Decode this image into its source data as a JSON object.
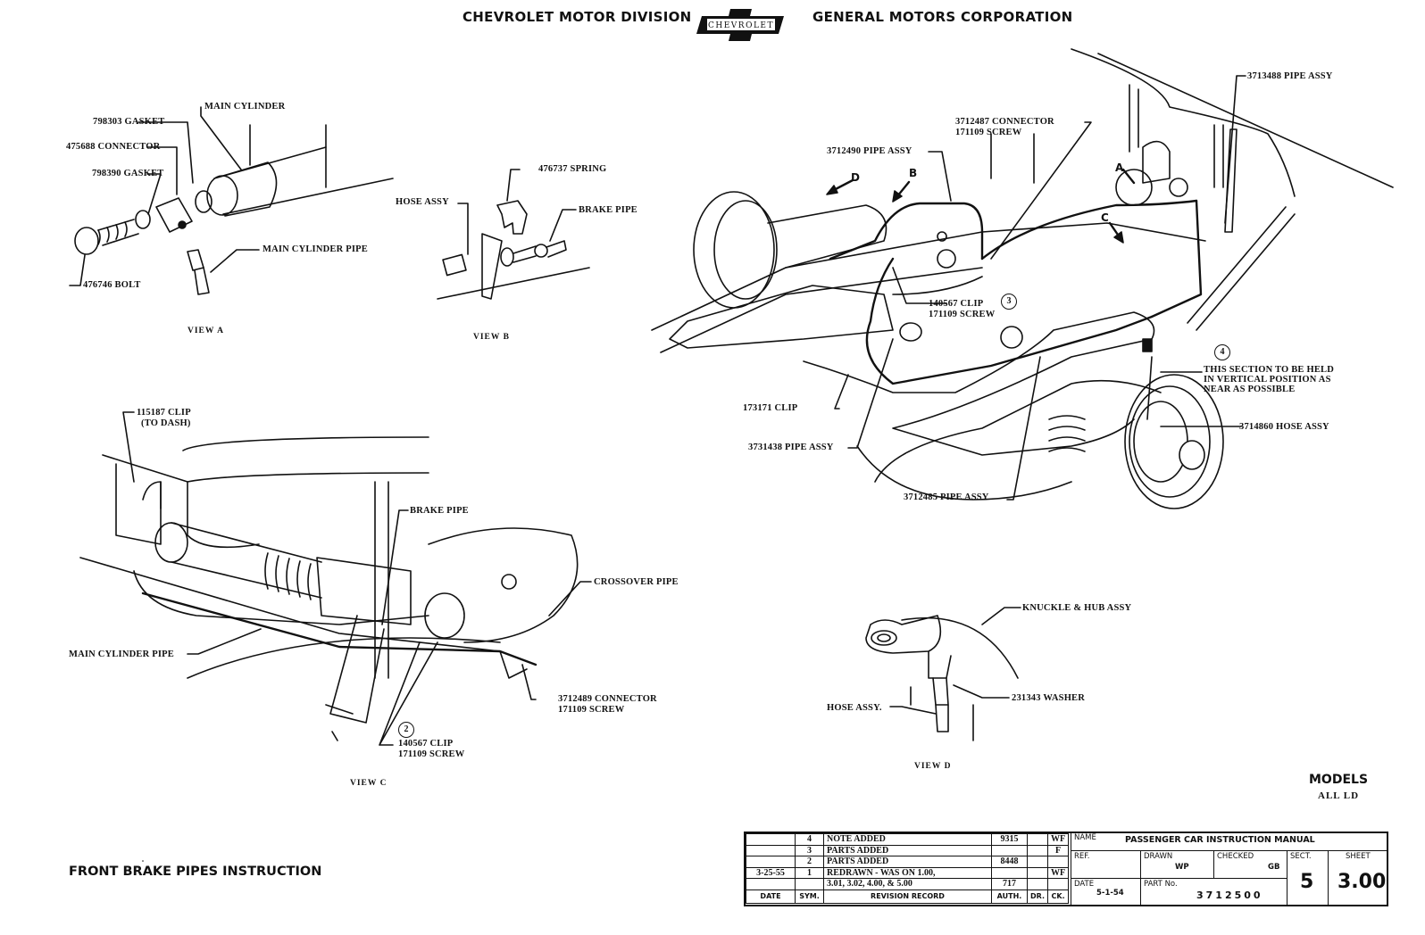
{
  "header": {
    "left": "CHEVROLET MOTOR DIVISION",
    "logo_text": "CHEVROLET",
    "right": "GENERAL MOTORS CORPORATION"
  },
  "view_a": {
    "caption": "VIEW A",
    "labels": {
      "main_cylinder": "MAIN CYLINDER",
      "gasket_1": "798303 GASKET",
      "connector": "475688 CONNECTOR",
      "gasket_2": "798390 GASKET",
      "main_cylinder_pipe": "MAIN CYLINDER PIPE",
      "bolt": "476746 BOLT"
    }
  },
  "view_b": {
    "caption": "VIEW B",
    "labels": {
      "spring": "476737 SPRING",
      "hose_assy": "HOSE ASSY",
      "brake_pipe": "BRAKE PIPE"
    }
  },
  "main_view": {
    "labels": {
      "pipe_assy_top": "3713488 PIPE ASSY",
      "connector_line1": "3712487 CONNECTOR",
      "connector_line2": "171109  SCREW",
      "pipe_assy_left": "3712490 PIPE ASSY",
      "clip_line1": "140567 CLIP",
      "clip_line2": "171109 SCREW",
      "clip_173171": "173171 CLIP",
      "pipe_assy_3731438": "3731438 PIPE ASSY",
      "pipe_assy_3712485": "3712485 PIPE ASSY",
      "note_line1": "THIS SECTION TO BE HELD",
      "note_line2": "IN VERTICAL POSITION AS",
      "note_line3": "NEAR AS POSSIBLE",
      "hose_assy": "3714860 HOSE ASSY"
    },
    "view_markers": [
      "A",
      "B",
      "C",
      "D"
    ],
    "circled_numbers": [
      "3",
      "4"
    ]
  },
  "view_c": {
    "caption": "VIEW C",
    "labels": {
      "clip_line1": "115187 CLIP",
      "clip_line2": "(TO DASH)",
      "brake_pipe": "BRAKE PIPE",
      "crossover_pipe": "CROSSOVER PIPE",
      "main_cylinder_pipe": "MAIN CYLINDER PIPE",
      "connector_line1": "3712489 CONNECTOR",
      "connector_line2": "171109  SCREW",
      "clip2_line1": "140567 CLIP",
      "clip2_line2": "171109 SCREW"
    },
    "circled_number": "2"
  },
  "view_d": {
    "caption": "VIEW D",
    "labels": {
      "knuckle": "KNUCKLE & HUB ASSY",
      "washer": "231343 WASHER",
      "hose_assy": "HOSE ASSY."
    }
  },
  "footer": {
    "title": "FRONT BRAKE PIPES INSTRUCTION",
    "models_label": "MODELS",
    "models_value": "ALL LD"
  },
  "title_block": {
    "revisions": [
      {
        "date": "",
        "sym": "4",
        "record": "NOTE ADDED",
        "auth": "9315",
        "dr": "",
        "ck": "WF"
      },
      {
        "date": "",
        "sym": "3",
        "record": "PARTS ADDED",
        "auth": "",
        "dr": "",
        "ck": "F"
      },
      {
        "date": "",
        "sym": "2",
        "record": "PARTS ADDED",
        "auth": "8448",
        "dr": "",
        "ck": ""
      },
      {
        "date": "3-25-55",
        "sym": "1",
        "record": "REDRAWN - WAS ON 1.00,",
        "auth": "",
        "dr": "",
        "ck": "WF"
      },
      {
        "date": "",
        "sym": "",
        "record": "3.01, 3.02, 4.00, & 5.00",
        "auth": "717",
        "dr": "",
        "ck": ""
      }
    ],
    "revision_headers": {
      "date": "DATE",
      "sym": "SYM.",
      "record": "REVISION RECORD",
      "auth": "AUTH.",
      "dr": "DR.",
      "ck": "CK."
    },
    "name_label": "NAME",
    "name_value": "PASSENGER CAR INSTRUCTION MANUAL",
    "ref_label": "REF.",
    "drawn_label": "DRAWN",
    "drawn_value": "WP",
    "checked_label": "CHECKED",
    "checked_value": "GB",
    "sect_label": "SECT.",
    "sect_value": "5",
    "sheet_label": "SHEET",
    "sheet_value": "3.00",
    "date_label": "DATE",
    "date_value": "5-1-54",
    "part_label": "PART No.",
    "part_value": "3712500"
  }
}
